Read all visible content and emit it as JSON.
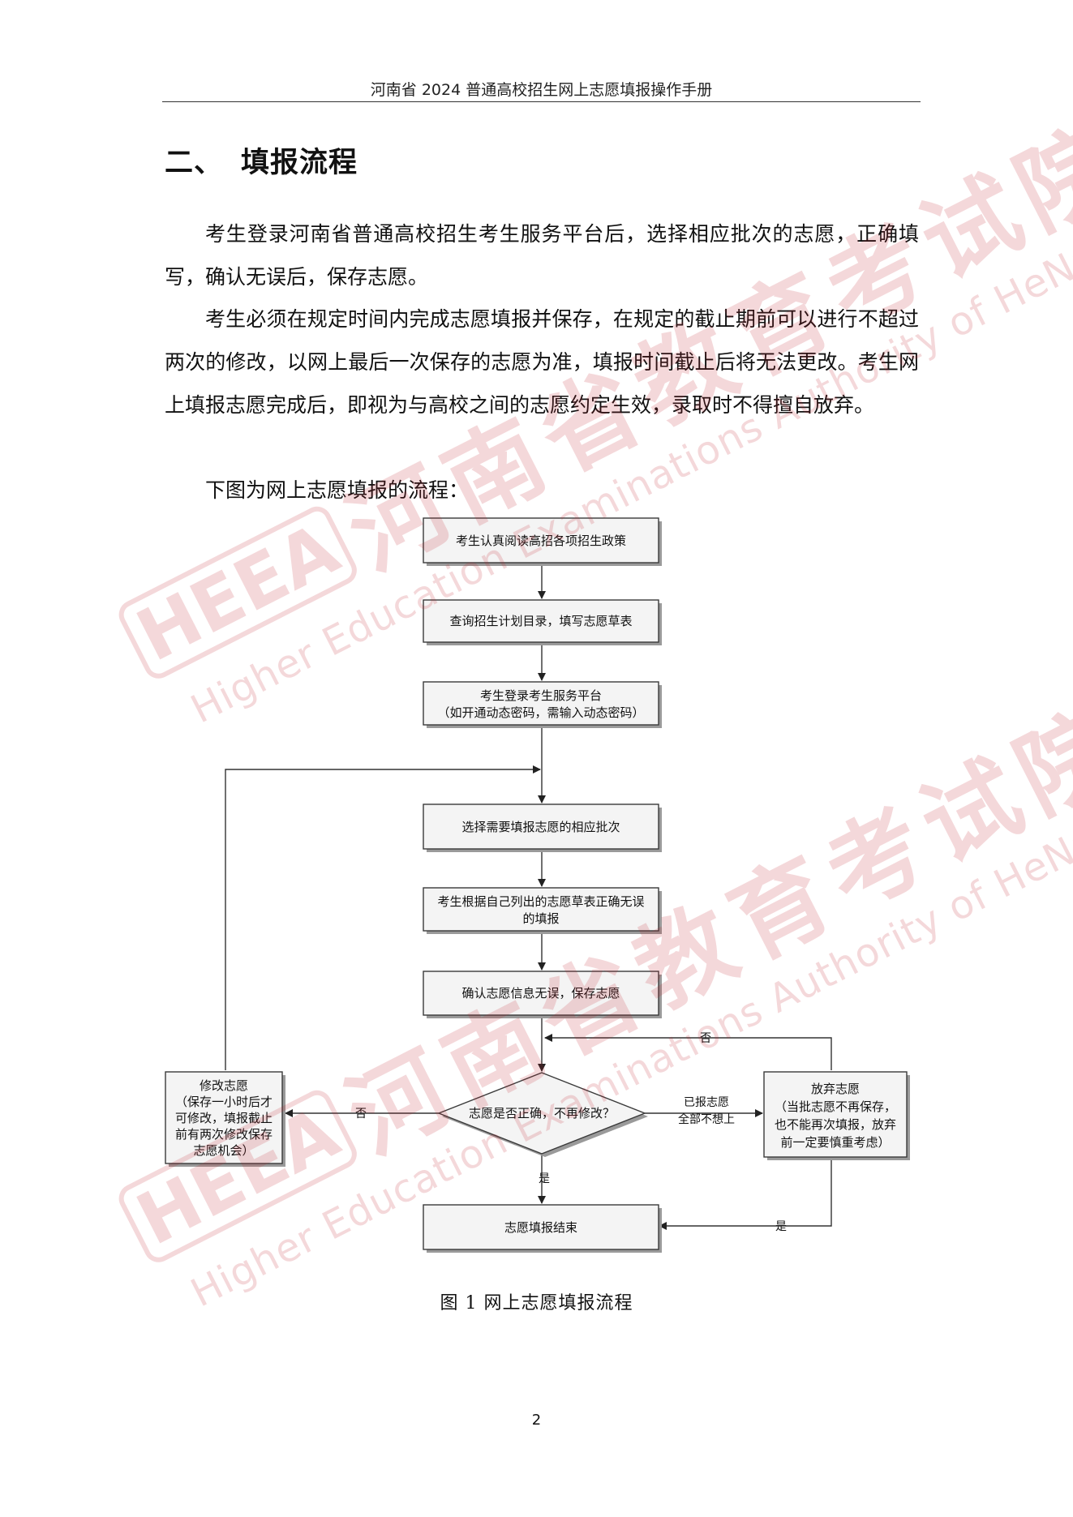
{
  "header": {
    "running_title": "河南省 2024 普通高校招生网上志愿填报操作手册"
  },
  "section": {
    "number": "二、",
    "title": "填报流程"
  },
  "paragraphs": [
    "考生登录河南省普通高校招生考生服务平台后，选择相应批次的志愿，正确填写，确认无误后，保存志愿。",
    "考生必须在规定时间内完成志愿填报并保存，在规定的截止期前可以进行不超过两次的修改，以网上最后一次保存的志愿为准，填报时间截止后将无法更改。考生网上填报志愿完成后，即视为与高校之间的志愿约定生效，录取时不得擅自放弃。",
    "下图为网上志愿填报的流程："
  ],
  "flowchart": {
    "steps": {
      "read_policy": "考生认真阅读高招各项招生政策",
      "query_plan": "查询招生计划目录，填写志愿草表",
      "login_1": "考生登录考生服务平台",
      "login_2": "（如开通动态密码，需输入动态密码）",
      "select_batch": "选择需要填报志愿的相应批次",
      "fill_1": "考生根据自己列出的志愿草表正确无误",
      "fill_2": "的填报",
      "confirm_save": "确认志愿信息无误，保存志愿",
      "decision": "志愿是否正确，不再修改？",
      "modify_1": "修改志愿",
      "modify_2": "（保存一小时后才",
      "modify_3": "可修改，填报截止",
      "modify_4": "前有两次修改保存",
      "modify_5": "志愿机会）",
      "abandon_1": "放弃志愿",
      "abandon_2": "（当批志愿不再保存，",
      "abandon_3": "也不能再次填报，放弃",
      "abandon_4": "前一定要慎重考虑）",
      "end": "志愿填报结束"
    },
    "edge_labels": {
      "no_left": "否",
      "yes_down": "是",
      "right_1": "已报志愿",
      "right_2": "全部不想上",
      "no_back": "否",
      "yes_end": "是"
    }
  },
  "caption": "图 1  网上志愿填报流程",
  "page_number": "2",
  "watermark": {
    "mark": "HEEA",
    "chinese": "河南省教育考试院",
    "english": "Higher Education Examinations Authority of HeNan Province",
    "color": "#c0202a"
  }
}
